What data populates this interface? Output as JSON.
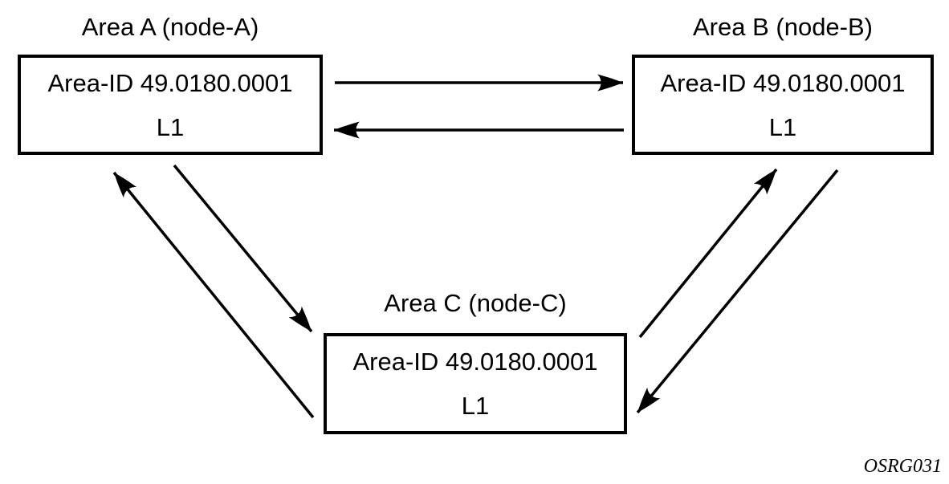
{
  "diagram": {
    "background": "#ffffff",
    "line_color": "#000000",
    "nodes": [
      {
        "id": "node-A",
        "title": "Area A (node-A)",
        "area_id": "Area-ID 49.0180.0001",
        "level": "L1"
      },
      {
        "id": "node-B",
        "title": "Area B (node-B)",
        "area_id": "Area-ID 49.0180.0001",
        "level": "L1"
      },
      {
        "id": "node-C",
        "title": "Area C (node-C)",
        "area_id": "Area-ID 49.0180.0001",
        "level": "L1"
      }
    ],
    "links": [
      {
        "from": "node-A",
        "to": "node-B"
      },
      {
        "from": "node-B",
        "to": "node-A"
      },
      {
        "from": "node-A",
        "to": "node-C"
      },
      {
        "from": "node-C",
        "to": "node-A"
      },
      {
        "from": "node-C",
        "to": "node-B"
      },
      {
        "from": "node-B",
        "to": "node-C"
      }
    ],
    "figure_code": "OSRG031"
  }
}
